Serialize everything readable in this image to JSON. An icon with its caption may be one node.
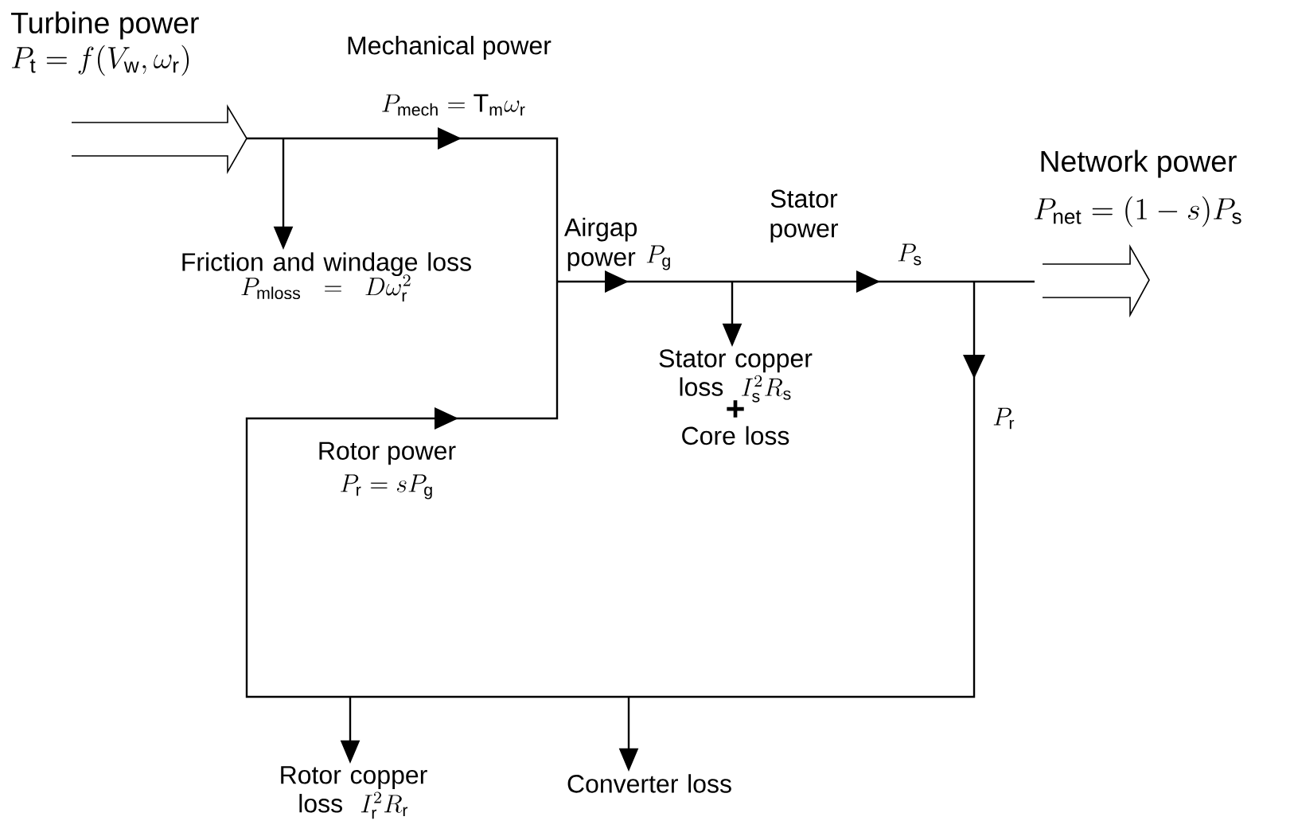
{
  "diagram": {
    "nodes": [
      {
        "text": [
          "Friction and windage loss",
          "P_\\mathrm{mloss} = D\\omega_\\mathrm{r}^2"
        ]
      },
      {
        "text": [
          "Stator copper loss",
          "I_\\mathrm{s}^2R_\\mathrm{s}",
          "+",
          "Core loss"
        ]
      },
      {
        "text": [
          "Rotor copper loss",
          "I_\\mathrm{r}^2R_\\mathrm{r}"
        ]
      },
      {
        "text": [
          "Converter loss"
        ]
      }
    ],
    "edges": [
      {
        "from": null,
        "to": 0,
        "arrow": "to"
      },
      {
        "from": null,
        "to": 1,
        "arrow": "to"
      },
      {
        "from": null,
        "to": 2,
        "arrow": "to"
      },
      {
        "from": null,
        "to": 3,
        "arrow": "to"
      }
    ],
    "labels": [
      "Turbine power",
      "P_\\mathrm{t} = f(V_\\mathrm{w}, \\omega_\\mathrm{r})",
      "Mechanical power",
      "P_\\mathrm{mech} = \\mathrm{T}_\\mathrm{m}\\omega_\\mathrm{r}",
      "Airgap power",
      "P_\\mathrm{g}",
      "Stator power",
      "P_\\mathrm{s}",
      "Network power",
      "P_\\mathrm{net} = (1-s)P_\\mathrm{s}",
      "P_\\mathrm{r}",
      "Rotor power",
      "P_\\mathrm{r} = sP_\\mathrm{g}"
    ]
  }
}
